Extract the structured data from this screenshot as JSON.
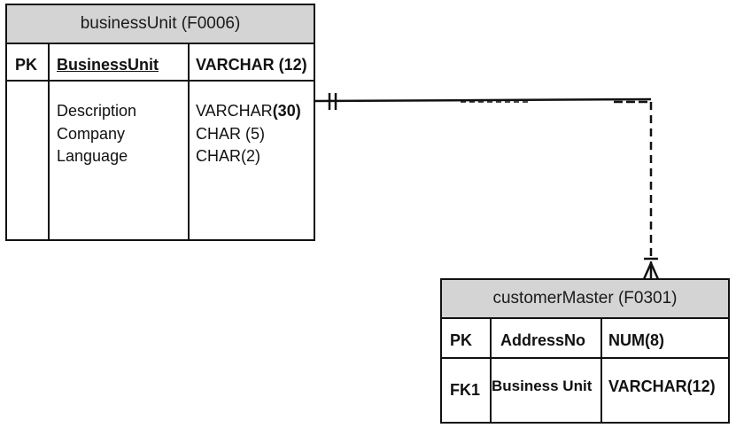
{
  "entities": {
    "business_unit": {
      "title": "businessUnit (F0006)",
      "pk_key": "PK",
      "pk_field": "BusinessUnit",
      "pk_type": "VARCHAR (12)",
      "attributes": [
        {
          "name": "Description",
          "type_prefix": "VARCHAR",
          "type_bold": "(30)"
        },
        {
          "name": "Company",
          "type_prefix": "CHAR (5)",
          "type_bold": ""
        },
        {
          "name": "Language",
          "type_prefix": "CHAR(2)",
          "type_bold": ""
        }
      ]
    },
    "customer_master": {
      "title": "customerMaster (F0301)",
      "pk_key": "PK",
      "pk_field": "AddressNo",
      "pk_type": "NUM(8)",
      "fk_key": "FK1",
      "fk_field": "Business Unit",
      "fk_type": "VARCHAR(12)"
    }
  },
  "relationship": {
    "from_cardinality": "one-and-only-one",
    "to_cardinality": "one-or-many",
    "line_style": "dashed"
  }
}
